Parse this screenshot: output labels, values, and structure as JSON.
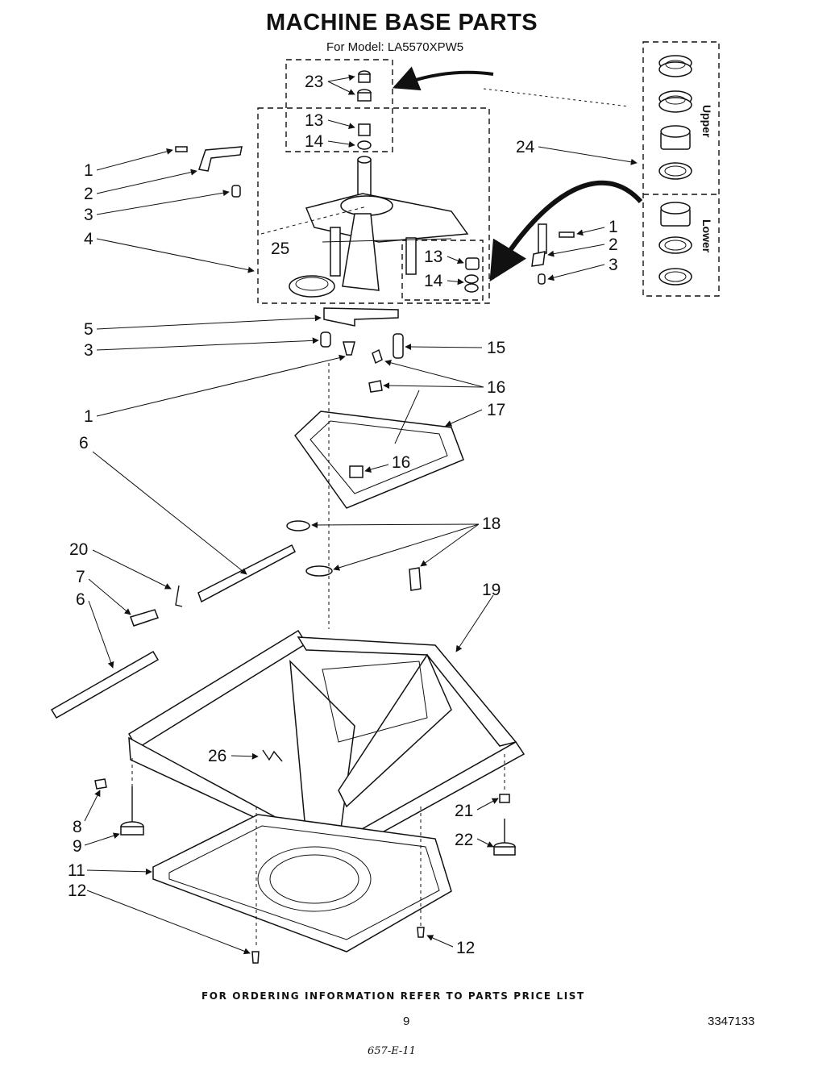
{
  "title": "MACHINE BASE PARTS",
  "subtitle": "For Model: LA5570XPW5",
  "kit_labels": {
    "upper": "Upper",
    "lower": "Lower"
  },
  "callouts": {
    "c23": "23",
    "c13a": "13",
    "c14a": "14",
    "c24": "24",
    "c1a": "1",
    "c2a": "2",
    "c3a": "3",
    "c4": "4",
    "c25": "25",
    "c13b": "13",
    "c14b": "14",
    "c1b": "1",
    "c2b": "2",
    "c3b": "3",
    "c5": "5",
    "c3c": "3",
    "c15": "15",
    "c1c": "1",
    "c16a": "16",
    "c17": "17",
    "c16b": "16",
    "c6a": "6",
    "c18": "18",
    "c20": "20",
    "c7": "7",
    "c6b": "6",
    "c19": "19",
    "c26": "26",
    "c8": "8",
    "c9": "9",
    "c21": "21",
    "c22": "22",
    "c11": "11",
    "c12a": "12",
    "c12b": "12"
  },
  "footer": {
    "note": "FOR ORDERING INFORMATION REFER TO PARTS PRICE LIST",
    "page_number": "9",
    "doc_number": "3347133",
    "handwritten": "657-E-11"
  }
}
